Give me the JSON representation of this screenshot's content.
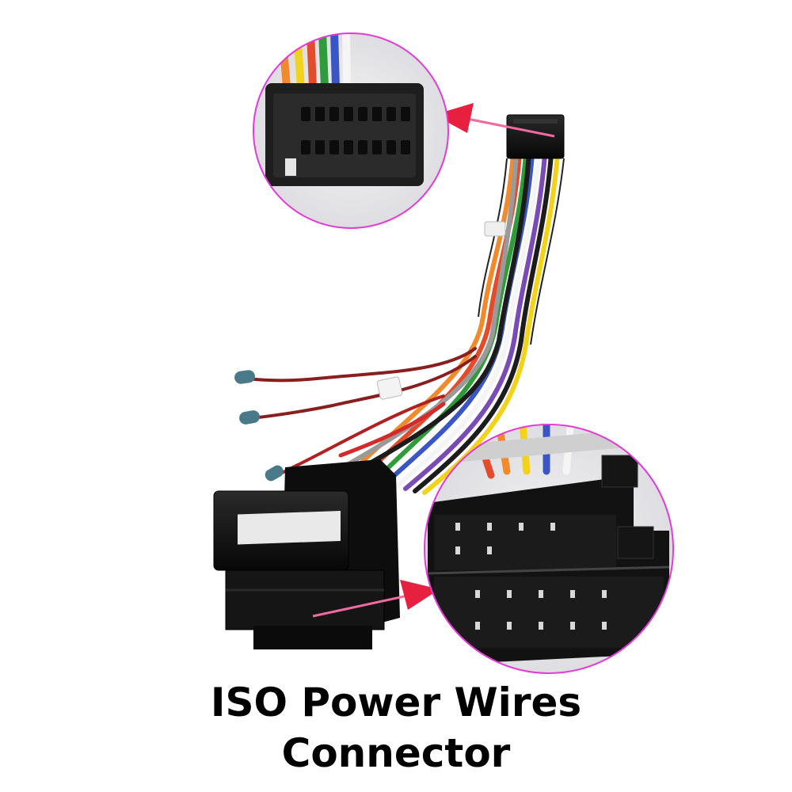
{
  "caption": {
    "line1": "ISO Power Wires",
    "line2": "Connector"
  },
  "colors": {
    "background": "#ffffff",
    "callout_border": "#e23bd6",
    "arrow": "#e8203f",
    "connector_body": "#141414",
    "wire_colors": [
      "#f2d21b",
      "#e34b2a",
      "#2f9b3a",
      "#3a56c4",
      "#f5f5f5",
      "#8a1e1e",
      "#1c1c1c",
      "#f08a2c",
      "#7b4bb5",
      "#9a9a9a"
    ]
  },
  "icons": {
    "top_callout": "connector-16pin-closeup",
    "bottom_callout": "iso-connector-closeup"
  }
}
